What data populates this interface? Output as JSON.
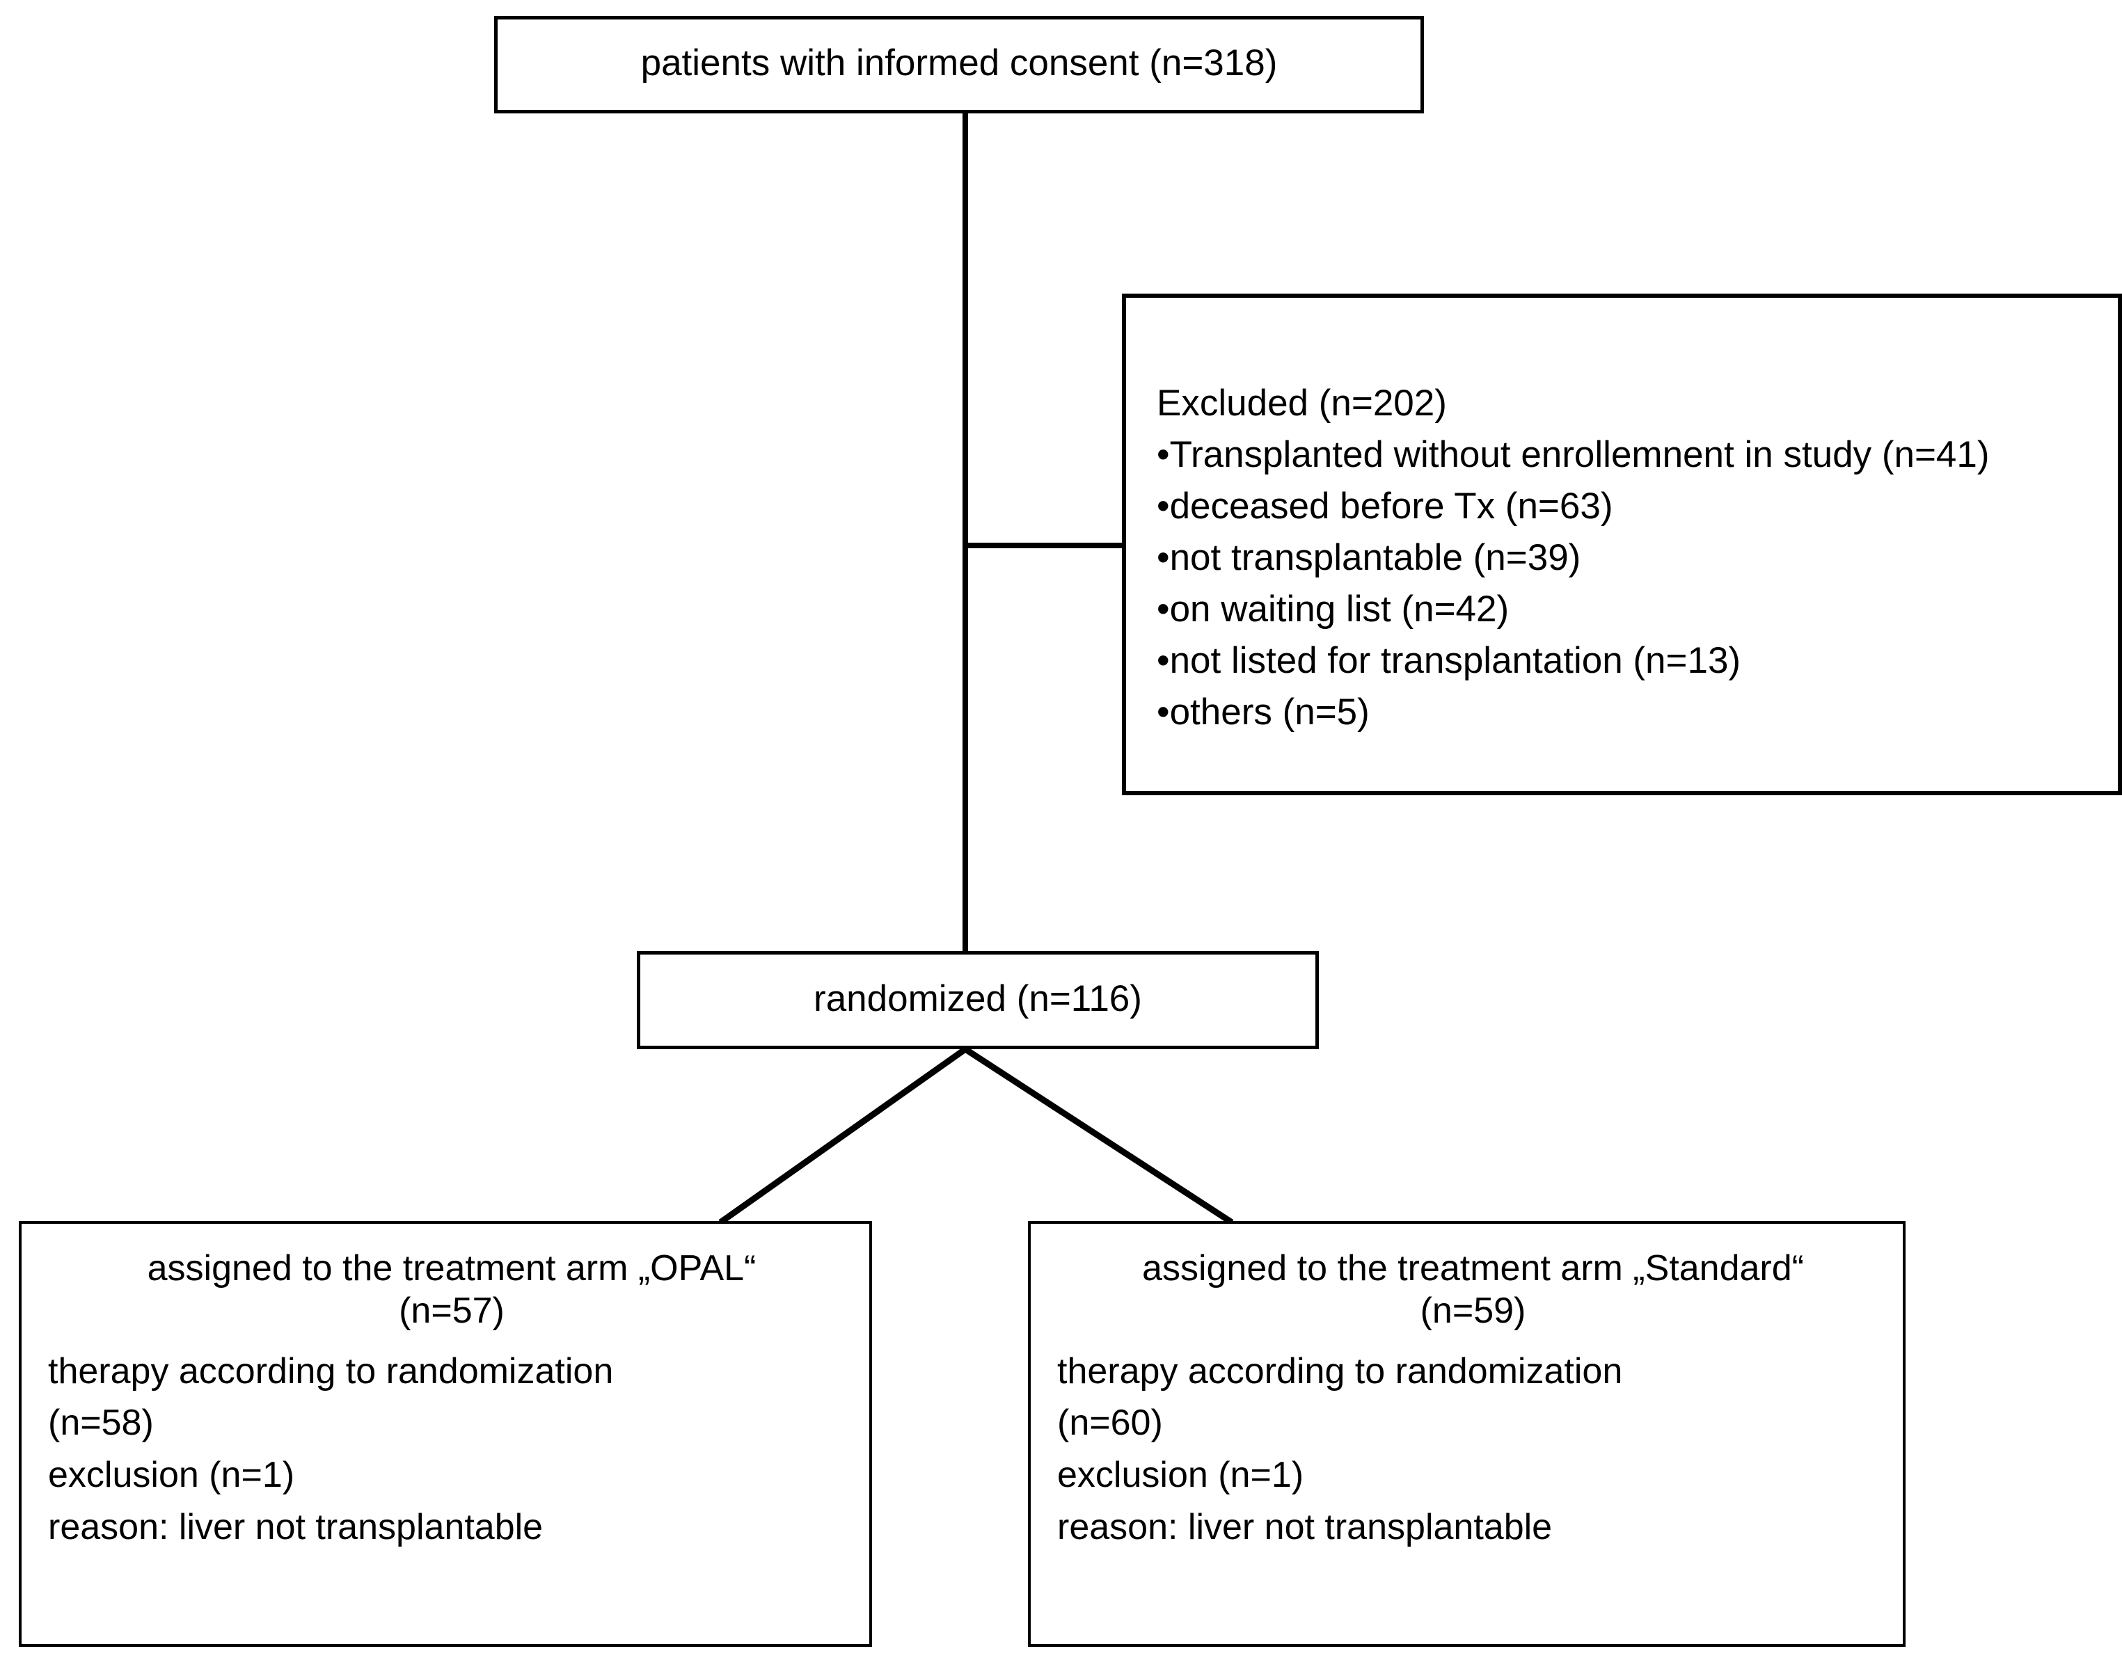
{
  "diagram": {
    "title": "CONSORT patient flow diagram",
    "colors": {
      "stroke": "#000000",
      "background": "#ffffff",
      "text": "#000000"
    },
    "nodes": {
      "consent": {
        "label": "patients with informed consent (n=318)",
        "n": 318
      },
      "excluded": {
        "heading": "Excluded (n=202)",
        "n": 202,
        "reasons": [
          {
            "label": "Transplanted without enrollemnent in study (n=41)",
            "n": 41
          },
          {
            "label": "deceased before Tx (n=63)",
            "n": 63
          },
          {
            "label": "not transplantable (n=39)",
            "n": 39
          },
          {
            "label": "on waiting list (n=42)",
            "n": 42
          },
          {
            "label": "not listed for transplantation (n=13)",
            "n": 13
          },
          {
            "label": "others (n=5)",
            "n": 5
          }
        ]
      },
      "randomized": {
        "label": "randomized  (n=116)",
        "n": 116
      },
      "arm_opal": {
        "title": "assigned to the treatment arm „OPAL“",
        "count": "(n=57)",
        "n": 57,
        "lines": [
          "therapy according to randomization",
          "(n=58)",
          "exclusion (n=1)",
          "reason: liver not transplantable"
        ]
      },
      "arm_standard": {
        "title": "assigned to the treatment arm „Standard“",
        "count": "(n=59)",
        "n": 59,
        "lines": [
          "therapy according to randomization",
          "(n=60)",
          "exclusion (n=1)",
          "reason: liver not transplantable"
        ]
      }
    }
  }
}
